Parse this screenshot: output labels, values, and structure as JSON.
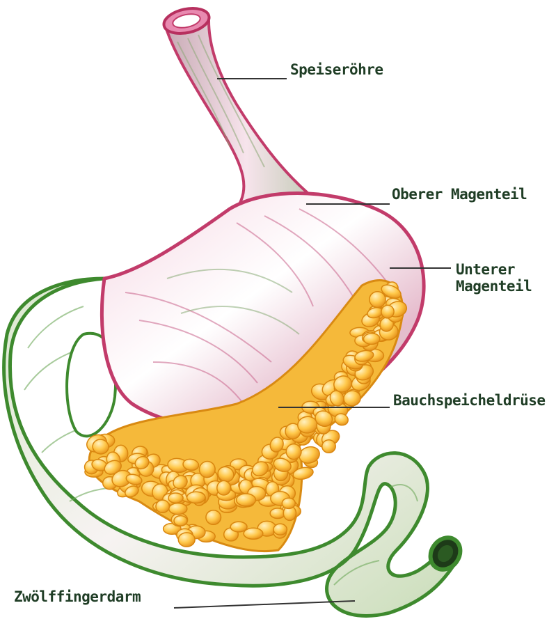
{
  "diagram": {
    "colors": {
      "background": "#ffffff",
      "label_text": "#1f3d25",
      "leader_line": "#333333",
      "esophagus_stomach": "#d94a7e",
      "stomach_light": "#f3d2e0",
      "duodenum": "#4f9a3c",
      "duodenum_light": "#dcead1",
      "pancreas": "#f2a51a",
      "pancreas_light": "#ffd67a"
    },
    "labels": {
      "speiseroehre": "Speiseröhre",
      "oberer_magenteil": "Oberer Magenteil",
      "unterer_magenteil_line1": "Unterer",
      "unterer_magenteil_line2": "Magenteil",
      "bauchspeicheldruese": "Bauchspeicheldrüse",
      "zwoelffingerdarm": "Zwölffingerdarm"
    }
  }
}
